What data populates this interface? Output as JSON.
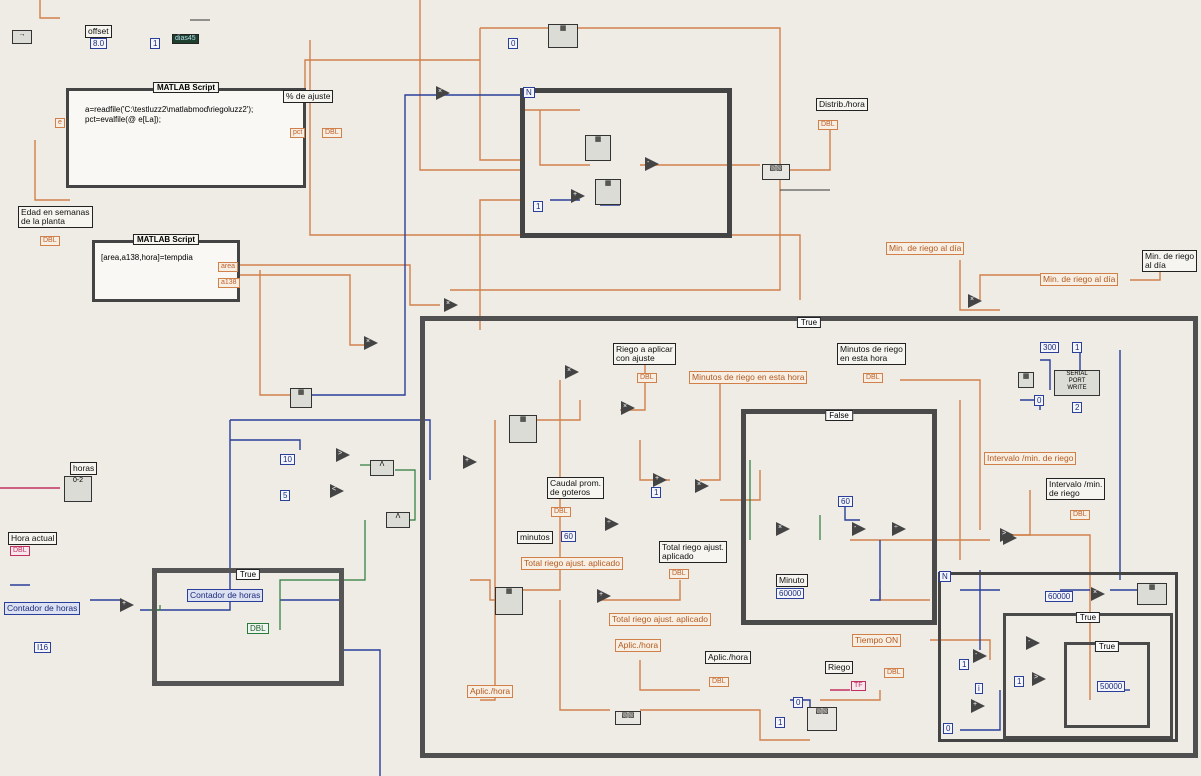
{
  "top_left": {
    "offset_label": "offset",
    "offset_value": "8.0",
    "const_1": "1",
    "indicator_1": "dias45"
  },
  "matlab_1": {
    "title": "MATLAB Script",
    "code": "a=readfile('C:\\testluzz2\\matlabmod\\riegoluzz2');\npct=evalfile(@ e[La]);",
    "output_label": "% de ajuste",
    "output_ind": "DBL",
    "in_label": "e",
    "out_label": "pct"
  },
  "edad_label": "Edad en semanas\nde la planta",
  "edad_ind": "DBL",
  "matlab_2": {
    "title": "MATLAB Script",
    "code": "[area,a138,hora]=tempdia",
    "out1": "area",
    "out2": "a138"
  },
  "horas": {
    "label": "horas",
    "const_10": "10",
    "const_5": "5"
  },
  "hora_actual": {
    "label": "Hora actual",
    "ind": "DBL"
  },
  "contador": {
    "label": "Contador de horas",
    "ind": "I16",
    "case_true": "True",
    "inner_label": "Contador de horas",
    "const_dbl": "DBL"
  },
  "top_loop": {
    "n_label": "N",
    "const_0": "0",
    "const_1b": "1"
  },
  "distrib": {
    "label": "Distrib./hora",
    "ind": "DBL"
  },
  "min_riego_dia": {
    "label_left": "Min. de riego al día",
    "label_right": "Min. de riego al día",
    "label_box": "Min. de riego\nal día"
  },
  "main_case": {
    "selector": "True",
    "riego_label": "Riego a aplicar\ncon ajuste",
    "riego_ind": "DBL",
    "minutos_label": "Minutos de riego\nen esta hora",
    "minutos_ind": "DBL",
    "minutos_local": "Minutos de riego  en esta hora",
    "caudal_label": "Caudal prom.\nde goteros",
    "caudal_ind": "DBL",
    "minutos_const_label": "minutos",
    "minutos_const": "60",
    "total_local": "Total riego ajust. aplicado",
    "total_label": "Total riego ajust.\naplicado",
    "total_ind": "DBL",
    "total_local2": "Total riego ajust. aplicado",
    "aplic_local": "Aplic./hora",
    "aplic_label": "Aplic./hora",
    "aplic_ind": "DBL",
    "aplic_local2": "Aplic./hora",
    "riego_out_label": "Riego",
    "riego_out_ind": "TF",
    "const_0": "0",
    "const_1": "1"
  },
  "false_case": {
    "selector": "False",
    "const_60": "60",
    "minuto_label": "Minuto",
    "minuto_val": "60000"
  },
  "right_area": {
    "const_300": "300",
    "const_1": "1",
    "const_0": "0",
    "const_2": "2",
    "serial_label": "SERIAL\nPORT\nWRITE",
    "intervalo_local": "Intervalo /min. de riego",
    "intervalo_label": "Intervalo /min.\nde riego",
    "intervalo_ind": "DBL",
    "val_60000": "60000",
    "tiempo_on_local": "Tiempo ON",
    "tiempo_ind": "DBL",
    "inner_case": "True",
    "inner_case2": "True",
    "val_50000": "50000",
    "n_label": "N",
    "const_1b": "1",
    "const_1c": "1",
    "const_i": "i",
    "const_0b": "0"
  }
}
